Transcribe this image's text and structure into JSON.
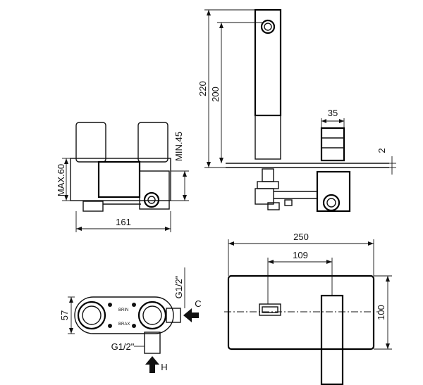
{
  "dimensions": {
    "height_220": "220",
    "height_200": "200",
    "width_35": "35",
    "offset_2": "2",
    "max_60": "MAX.60",
    "min_45": "MIN.45",
    "depth_161": "161",
    "width_250": "250",
    "offset_109": "109",
    "height_100": "100",
    "height_57": "57"
  },
  "connections": {
    "thread_top": "G1/2\"",
    "thread_bottom": "G1/2\"",
    "cold_label": "C",
    "hot_label": "H"
  },
  "body_marks": {
    "mark_1": "BRIN",
    "mark_2": "BRAX"
  }
}
